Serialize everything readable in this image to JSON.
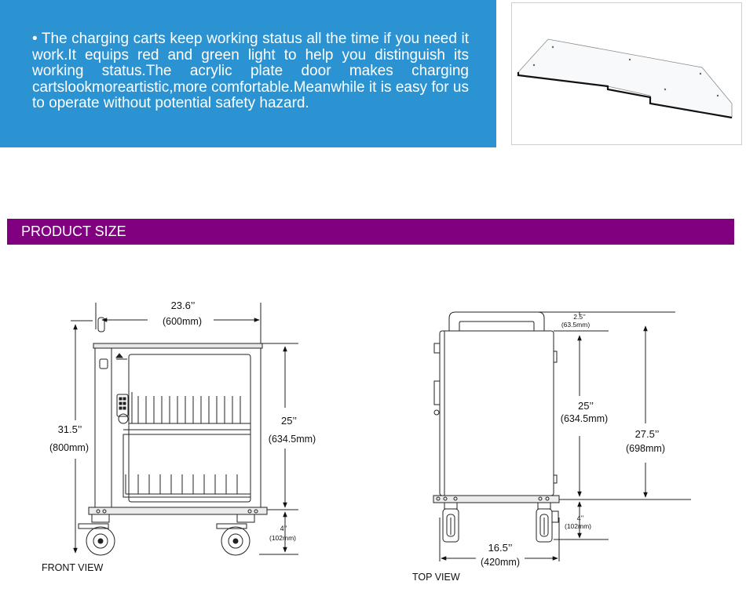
{
  "description": {
    "bullet": "•",
    "text": "The charging carts keep working status all the time if you need it work.It equips red and green light to help you distinguish its working status.The acrylic plate door makes charging cartslookmoreartistic,more comfortable.Meanwhile it is easy for us to operate without potential safety hazard."
  },
  "section": {
    "title": "PRODUCT SIZE"
  },
  "front_view": {
    "label": "FRONT VIEW",
    "width_in": "23.6’’",
    "width_mm": "(600mm)",
    "height_in": "31.5’’",
    "height_mm": "(800mm)",
    "body_in": "25’’",
    "body_mm": "(634.5mm)",
    "wheel_in": "4’’",
    "wheel_mm": "(102mm)"
  },
  "top_view": {
    "label": "TOP VIEW",
    "handle_in": "2.5’’",
    "handle_mm": "(63.5mm)",
    "body_in": "25’’",
    "body_mm": "(634.5mm)",
    "total_in": "27.5’’",
    "total_mm": "(698mm)",
    "wheel_in": "4’’",
    "wheel_mm": "(102mm)",
    "depth_in": "16.5’’",
    "depth_mm": "(420mm)"
  }
}
